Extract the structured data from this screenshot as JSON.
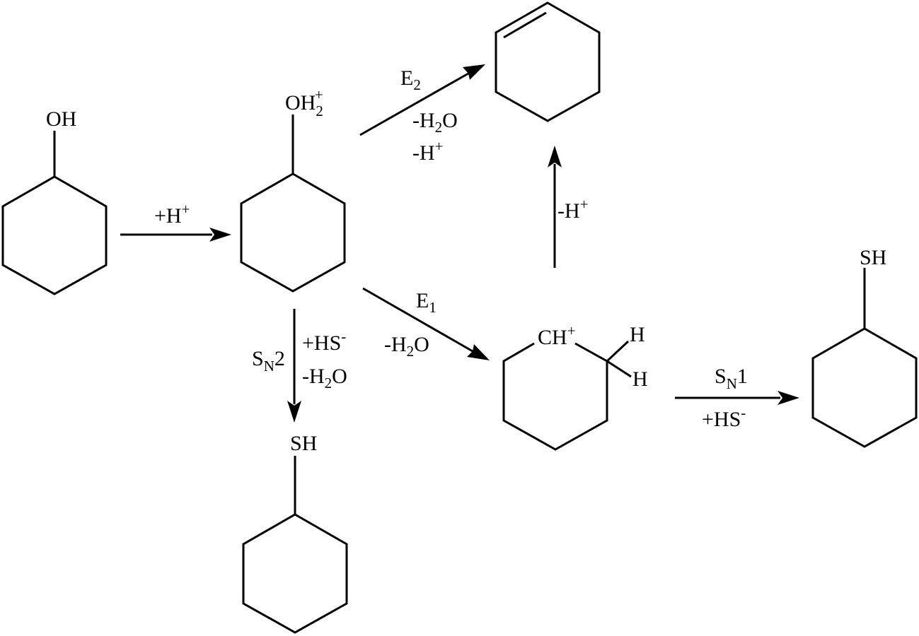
{
  "molecules": {
    "cyclohexanol": {
      "group_label": "OH"
    },
    "oxonium": {
      "group_main": "OH",
      "group_sub": "2",
      "group_sup": "+"
    },
    "cyclohexene": {},
    "carbocation": {
      "cation_label": "CH",
      "cation_sup": "+",
      "h_top": "H",
      "h_bottom": "H"
    },
    "thiol_sn2": {
      "group_label": "SH"
    },
    "thiol_sn1": {
      "group_label": "SH"
    }
  },
  "reagents": {
    "protonation": {
      "main": "+H",
      "sup": "+"
    },
    "e2": {
      "mech_main": "E",
      "mech_sub": "2",
      "loss_water_main": "-H",
      "loss_water_sub": "2",
      "loss_water_tail": "O",
      "loss_proton_main": "-H",
      "loss_proton_sup": "+"
    },
    "deprotonation": {
      "main": "-H",
      "sup": "+"
    },
    "e1": {
      "mech_main": "E",
      "mech_sub": "1",
      "loss_water_main": "-H",
      "loss_water_sub": "2",
      "loss_water_tail": "O"
    },
    "sn2": {
      "mech_main": "S",
      "mech_sub": "N",
      "mech_tail": "2",
      "nucleophile_main": "+HS",
      "nucleophile_sup": "-",
      "loss_water_main": "-H",
      "loss_water_sub": "2",
      "loss_water_tail": "O"
    },
    "sn1": {
      "mech_main": "S",
      "mech_sub": "N",
      "mech_tail": "1",
      "nucleophile_main": "+HS",
      "nucleophile_sup": "-"
    }
  }
}
